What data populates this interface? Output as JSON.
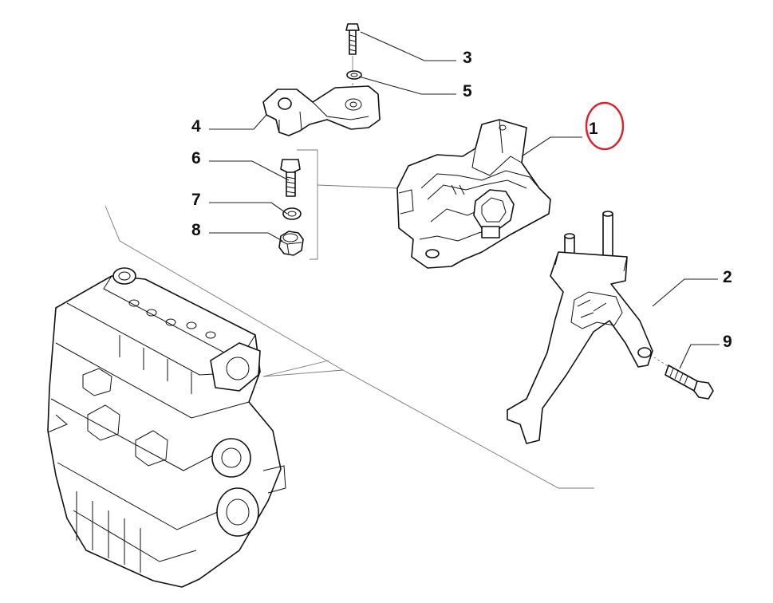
{
  "callouts": {
    "c1": "1",
    "c2": "2",
    "c3": "3",
    "c4": "4",
    "c5": "5",
    "c6": "6",
    "c7": "7",
    "c8": "8",
    "c9": "9"
  },
  "highlight": {
    "target": "1",
    "color": "#d9232d"
  },
  "colors": {
    "line": "#111111",
    "background": "#ffffff"
  }
}
